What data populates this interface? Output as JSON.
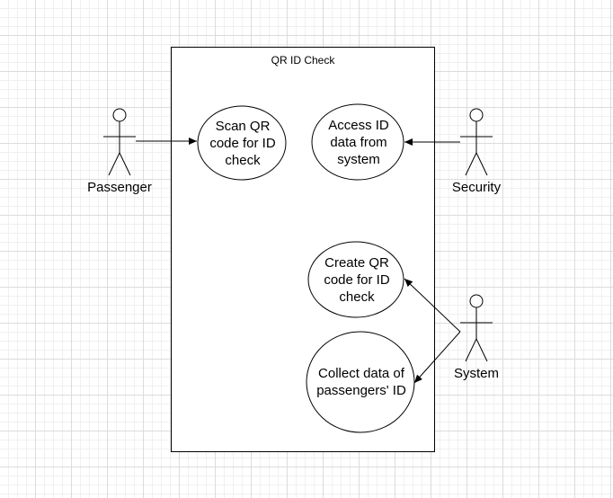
{
  "diagram": {
    "system_boundary": {
      "title": "QR ID Check"
    },
    "use_cases": {
      "scan_qr": "Scan QR code for ID check",
      "access_id": "Access ID data from system",
      "create_qr": "Create QR code for ID check",
      "collect_data": "Collect data of passengers' ID"
    },
    "actors": {
      "passenger": "Passenger",
      "security": "Security",
      "system": "System"
    }
  }
}
